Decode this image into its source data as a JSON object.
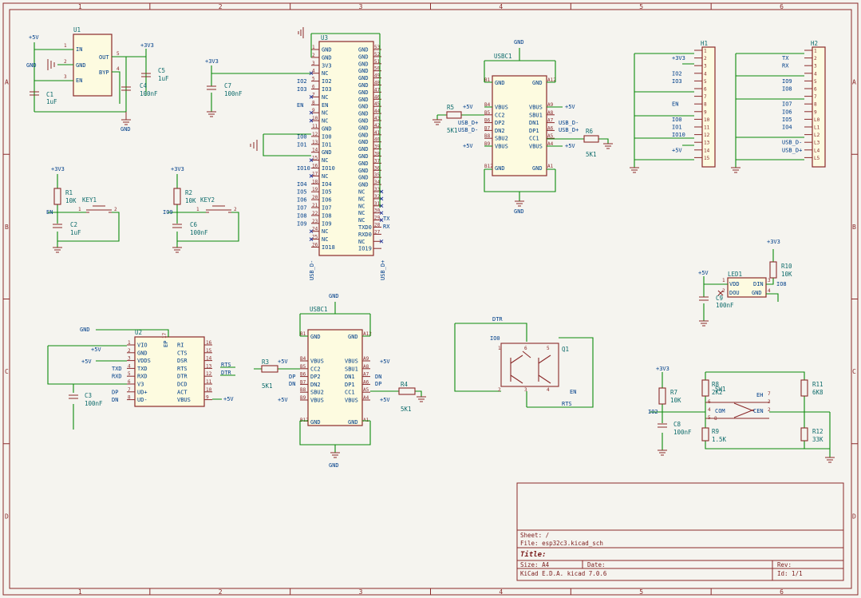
{
  "frame": {
    "cols": [
      "1",
      "2",
      "3",
      "4",
      "5",
      "6"
    ],
    "rows": [
      "A",
      "B",
      "C",
      "D"
    ]
  },
  "title_block": {
    "sheet_label": "Sheet: /",
    "file_label": "File: esp32c3.kicad_sch",
    "title_label": "Title:",
    "size_label": "Size: A4",
    "date_label": "Date:",
    "rev_label": "Rev:",
    "tool_label": "KiCad E.D.A.  kicad 7.0.6",
    "id_label": "Id: 1/1"
  },
  "power": {
    "p5v": "+5V",
    "p3v3": "+3V3",
    "gnd": "GND"
  },
  "u1": {
    "ref": "U1",
    "pins_left": [
      "IN",
      "GND",
      "EN"
    ],
    "pins_right": [
      "OUT",
      "BYP"
    ],
    "nums_left": [
      "1",
      "2",
      "3"
    ],
    "nums_right": [
      "5",
      "4"
    ],
    "c1_ref": "C1",
    "c1_val": "1uF",
    "c4_ref": "C4",
    "c4_val": "100nF",
    "c5_ref": "C5",
    "c5_val": "1uF"
  },
  "c7": {
    "ref": "C7",
    "val": "100nF"
  },
  "key1": {
    "r_ref": "R1",
    "r_val": "10K",
    "net": "EN",
    "sw": "KEY1",
    "c_ref": "C2",
    "c_val": "1uF",
    "n1": "1",
    "n2": "2"
  },
  "key2": {
    "r_ref": "R2",
    "r_val": "10K",
    "net": "IO9",
    "sw": "KEY2",
    "c_ref": "C6",
    "c_val": "100nF",
    "n1": "1",
    "n2": "2"
  },
  "u3": {
    "ref": "U3",
    "left_pins": [
      "GND",
      "GND",
      "3V3",
      "NC",
      "IO2",
      "IO3",
      "NC",
      "EN",
      "NC",
      "NC",
      "GND",
      "IO0",
      "IO1",
      "GND",
      "NC",
      "IO10",
      "NC",
      "IO4",
      "IO5",
      "IO6",
      "IO7",
      "IO8",
      "IO9",
      "NC",
      "NC",
      "IO18"
    ],
    "left_nums": [
      "1",
      "2",
      "3",
      "4",
      "5",
      "6",
      "7",
      "8",
      "9",
      "10",
      "11",
      "12",
      "13",
      "14",
      "15",
      "16",
      "17",
      "18",
      "19",
      "20",
      "21",
      "22",
      "23",
      "24",
      "25",
      "26"
    ],
    "left_nets": [
      "",
      "",
      "",
      "",
      "IO2",
      "IO3",
      "",
      "EN",
      "",
      "",
      "",
      "IO0",
      "IO1",
      "",
      "",
      "IO10",
      "",
      "IO4",
      "IO5",
      "IO6",
      "IO7",
      "IO8",
      "IO9",
      "",
      "",
      ""
    ],
    "right_pins": [
      "GND",
      "GND",
      "GND",
      "GND",
      "GND",
      "GND",
      "GND",
      "GND",
      "GND",
      "GND",
      "GND",
      "GND",
      "GND",
      "GND",
      "GND",
      "GND",
      "GND",
      "GND",
      "GND",
      "GND",
      "NC",
      "NC",
      "NC",
      "NC",
      "NC",
      "TXD0",
      "RXD0",
      "NC",
      "IO19"
    ],
    "right_nums": [
      "53",
      "52",
      "51",
      "50",
      "49",
      "48",
      "47",
      "46",
      "45",
      "44",
      "43",
      "42",
      "41",
      "40",
      "39",
      "38",
      "37",
      "36",
      "35",
      "34",
      "33",
      "32",
      "31",
      "30",
      "29",
      "28",
      "27",
      "",
      ""
    ],
    "bottom_left_net": "USB_D-",
    "bottom_right_net": "USB_D+",
    "tx_net": "TX",
    "rx_net": "RX"
  },
  "usbc1": {
    "ref": "USBC1",
    "left": [
      "VBUS",
      "CC2",
      "DP2",
      "DN2",
      "SBU2",
      "VBUS"
    ],
    "left_nums": [
      "B4",
      "B5",
      "B6",
      "B7",
      "B8",
      "B9"
    ],
    "right": [
      "VBUS",
      "SBU1",
      "DN1",
      "DP1",
      "CC1",
      "VBUS"
    ],
    "right_nums": [
      "A9",
      "A8",
      "A7",
      "A6",
      "A5",
      "A4"
    ],
    "corner": [
      "GND",
      "GND",
      "GND",
      "GND"
    ],
    "corner_nums": [
      "B1",
      "A12",
      "B12",
      "A1"
    ],
    "r5_ref": "R5",
    "r5_val": "5K1",
    "r6_ref": "R6",
    "r6_val": "5K1",
    "nets_left": [
      "USB_D+",
      "USB_D-"
    ],
    "nets_right": [
      "USB_D-",
      "USB_D+"
    ]
  },
  "h1": {
    "ref": "H1",
    "nums": [
      "1",
      "2",
      "3",
      "4",
      "5",
      "6",
      "7",
      "8",
      "9",
      "10",
      "11",
      "12",
      "13",
      "14",
      "15"
    ],
    "nets": [
      "",
      "+3V3",
      "",
      "IO2",
      "IO3",
      "",
      "",
      "EN",
      "",
      "IO0",
      "IO1",
      "IO10",
      "",
      "+5V",
      ""
    ]
  },
  "h2": {
    "ref": "H2",
    "nums": [
      "1",
      "2",
      "3",
      "4",
      "5",
      "6",
      "7",
      "8",
      "9",
      "10",
      "11",
      "12",
      "13",
      "14",
      "15"
    ],
    "labels": [
      "1",
      "2",
      "3",
      "4",
      "5",
      "6",
      "7",
      "8",
      "9",
      "L0",
      "L1",
      "L2",
      "L3",
      "L4",
      "L5"
    ],
    "nets": [
      "",
      "TX",
      "RX",
      "",
      "IO9",
      "IO8",
      "",
      "IO7",
      "IO6",
      "IO5",
      "IO4",
      "",
      "USB_D-",
      "USB_D+",
      ""
    ]
  },
  "u2": {
    "ref": "U2",
    "left": [
      "VIO",
      "GND",
      "VDDS",
      "TXD",
      "RXD",
      "V3",
      "UD+",
      "UD-"
    ],
    "left_nums": [
      "1",
      "2",
      "3",
      "4",
      "5",
      "6",
      "7",
      "8"
    ],
    "right": [
      "RI",
      "CTS",
      "DSR",
      "RTS",
      "DTR",
      "DCD",
      "ACT",
      "VBUS"
    ],
    "right_nums": [
      "16",
      "15",
      "14",
      "13",
      "12",
      "11",
      "10",
      "9"
    ],
    "top_pin": "EP",
    "top_num": "17",
    "nets_left": [
      "",
      "",
      "+5V",
      "TXD",
      "RXD",
      "",
      "DP",
      "DN"
    ],
    "rts": "RTS",
    "dtr": "DTR",
    "gnd_net": "GND",
    "c3_ref": "C3",
    "c3_val": "100nF",
    "r3_ref": "R3",
    "r3_val": "5K1"
  },
  "usbc2": {
    "ref": "USBC1",
    "left": [
      "VBUS",
      "CC2",
      "DP2",
      "DN2",
      "SBU2",
      "VBUS"
    ],
    "left_nums": [
      "B4",
      "B5",
      "B6",
      "B7",
      "B8",
      "B9"
    ],
    "right": [
      "VBUS",
      "SBU1",
      "DN1",
      "DP1",
      "CC1",
      "VBUS"
    ],
    "right_nums": [
      "A9",
      "A8",
      "A7",
      "A6",
      "A5",
      "A4"
    ],
    "corner": [
      "GND",
      "GND",
      "GND",
      "GND"
    ],
    "corner_nums": [
      "B1",
      "A12",
      "B12",
      "A1"
    ],
    "nets_left": [
      "DP",
      "DN"
    ],
    "nets_right": [
      "DN",
      "DP"
    ],
    "r4_ref": "R4",
    "r4_val": "5K1"
  },
  "q1": {
    "ref": "Q1",
    "dtr": "DTR",
    "io0": "IO0",
    "en": "EN",
    "rts": "RTS",
    "p1": "1",
    "p2": "2",
    "p3": "3",
    "p4": "4",
    "p5": "5",
    "p6": "6"
  },
  "led1": {
    "ref": "LED1",
    "pins": [
      "VDD",
      "DOU",
      "DIN",
      "GND"
    ],
    "nums": [
      "1",
      "2",
      "3",
      "4"
    ],
    "net": "IO8",
    "c9_ref": "C9",
    "c9_val": "100nF",
    "r10_ref": "R10",
    "r10_val": "10K"
  },
  "sw1": {
    "ref": "SW1",
    "r7_ref": "R7",
    "r7_val": "10K",
    "c8_ref": "C8",
    "c8_val": "100nF",
    "r8_ref": "R8",
    "r8_val": "2K2",
    "r9_ref": "R9",
    "r9_val": "1.5K",
    "r11_ref": "R11",
    "r11_val": "6K8",
    "r12_ref": "R12",
    "r12_val": "33K",
    "net": "IO2",
    "pins": [
      "COM",
      "CEN",
      "EH"
    ],
    "nums": [
      "6",
      "4",
      "5",
      "7",
      "3",
      "2",
      "8"
    ]
  }
}
